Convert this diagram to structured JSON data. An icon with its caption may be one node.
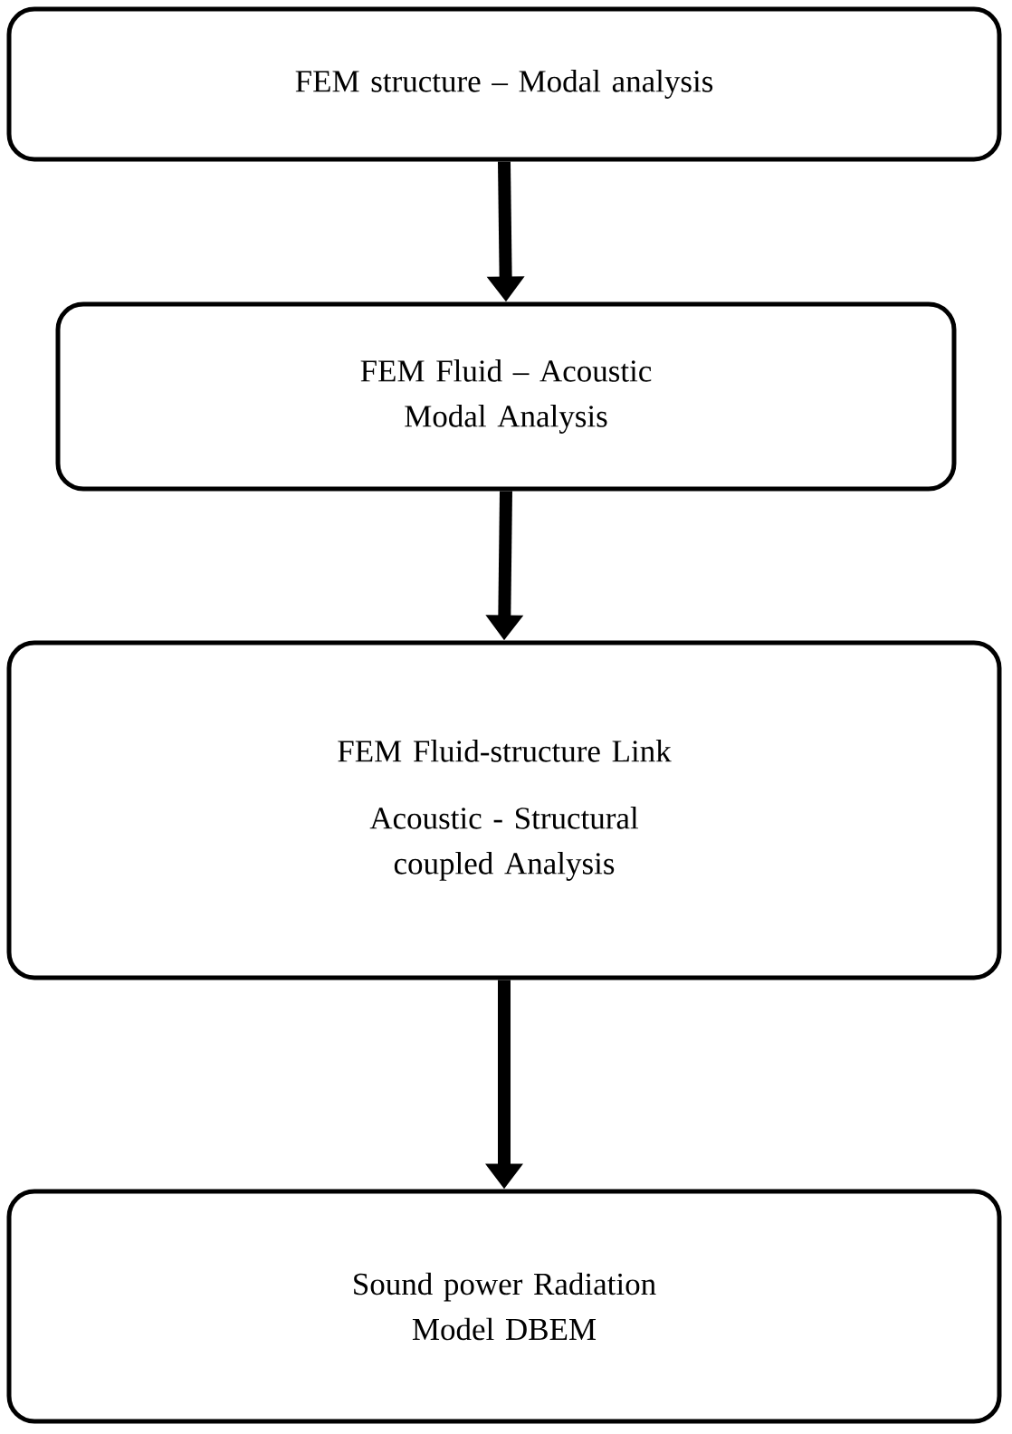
{
  "diagram": {
    "nodes": [
      {
        "text": [
          "FEM structure – Modal analysis"
        ]
      },
      {
        "text": [
          "FEM Fluid – Acoustic Modal Analysis"
        ]
      },
      {
        "text": [
          "FEM Fluid-structure Link",
          "Acoustic - Structural coupled Analysis"
        ]
      },
      {
        "text": [
          "Sound power Radiation Model DBEM"
        ]
      }
    ],
    "edges": [
      {
        "from": 0,
        "to": 1,
        "arrow": "to"
      },
      {
        "from": 1,
        "to": 2,
        "arrow": "to"
      },
      {
        "from": 2,
        "to": 3,
        "arrow": "to"
      }
    ]
  }
}
